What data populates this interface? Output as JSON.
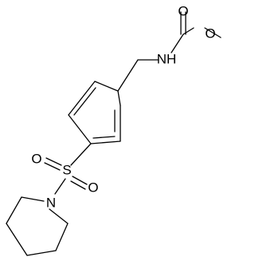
{
  "molecule": {
    "atoms": {
      "carbonyl_oxygen": "O",
      "ester_oxygen": "O",
      "amine": "NH",
      "sulfur": "S",
      "sulfonyl_oxygen_left": "O",
      "sulfonyl_oxygen_right": "O",
      "ring_nitrogen": "N"
    }
  }
}
